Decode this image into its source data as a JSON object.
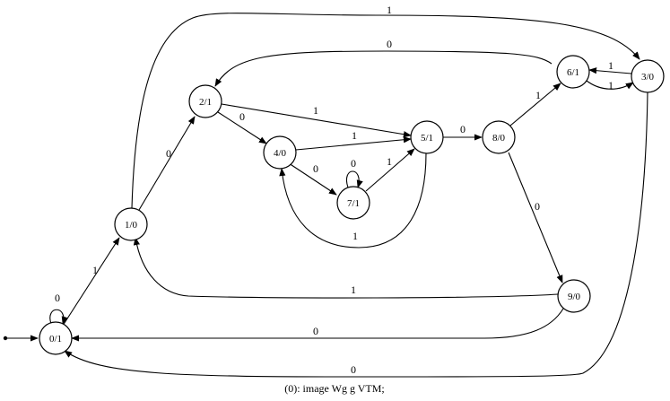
{
  "caption": "(0): image Wg g VTM;",
  "nodes": {
    "n0": "0/1",
    "n1": "1/0",
    "n2": "2/1",
    "n3": "3/0",
    "n4": "4/0",
    "n5": "5/1",
    "n6": "6/1",
    "n7": "7/1",
    "n8": "8/0",
    "n9": "9/0"
  },
  "edges": {
    "e0_0": "0",
    "e0_1": "1",
    "e1_2": "0",
    "e1_3": "1",
    "e2_4": "0",
    "e2_5": "1",
    "e4_5": "1",
    "e4_7": "0",
    "e7_7": "0",
    "e7_5": "1",
    "e5_4": "1",
    "e5_8": "0",
    "e8_6": "1",
    "e8_9": "0",
    "e6_3": "1",
    "e3_6": "1",
    "e6_2": "0",
    "e9_1": "1",
    "e9_0": "0",
    "e3_0": "0"
  }
}
